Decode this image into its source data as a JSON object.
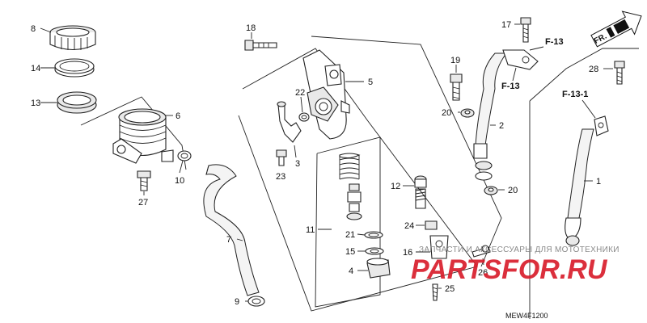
{
  "callouts": {
    "p1": "1",
    "p2": "2",
    "p3": "3",
    "p4": "4",
    "p5": "5",
    "p6": "6",
    "p7": "7",
    "p8": "8",
    "p9": "9",
    "p10": "10",
    "p11": "11",
    "p12": "12",
    "p13": "13",
    "p14": "14",
    "p15": "15",
    "p16": "16",
    "p17": "17",
    "p18": "18",
    "p19": "19",
    "p20a": "20",
    "p20b": "20",
    "p21": "21",
    "p22": "22",
    "p23": "23",
    "p24": "24",
    "p25": "25",
    "p26": "26",
    "p27": "27",
    "p28": "28"
  },
  "references": {
    "f13_top": "F-13",
    "f13_bottom": "F-13",
    "f131": "F-13-1"
  },
  "direction_label": "FR.",
  "diagram_code": "MEW4F1200",
  "watermark": {
    "caption": "ЗАПЧАСТИ И АКСЕССУАРЫ ДЛЯ МОТОТЕХНИКИ",
    "logo_text": "PARTSFOR.RU",
    "logo_color": "#d81e2c"
  }
}
